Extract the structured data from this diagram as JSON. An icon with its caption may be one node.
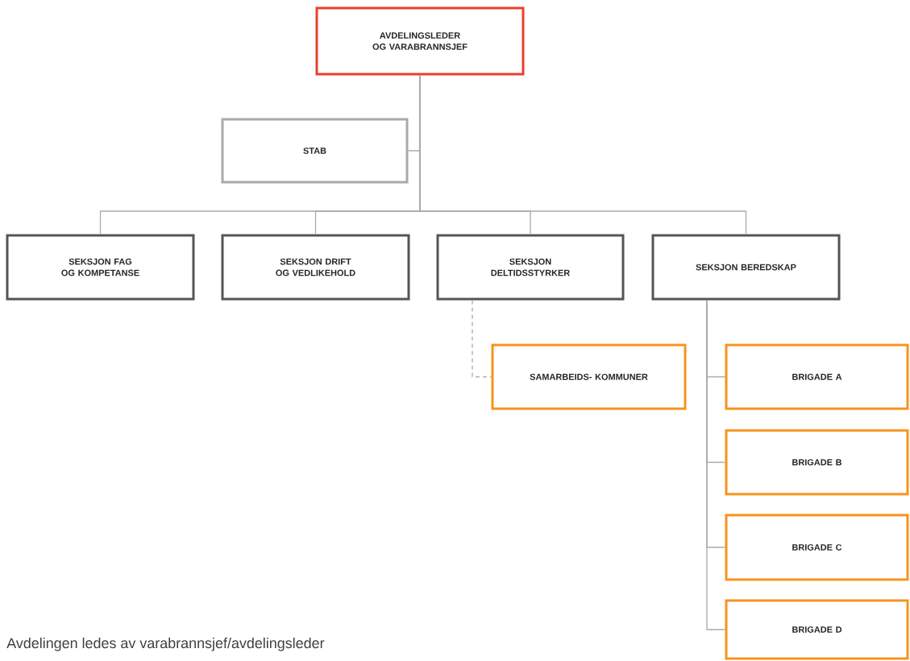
{
  "diagram": {
    "nodes": [
      {
        "text": [
          "AVDELINGSLEDER OG VARABRANNSJEF"
        ]
      },
      {
        "text": [
          "STAB"
        ]
      },
      {
        "text": [
          "SEKSJON FAG OG KOMPETANSE"
        ]
      },
      {
        "text": [
          "SEKSJON DRIFT OG VEDLIKEHOLD"
        ]
      },
      {
        "text": [
          "SEKSJON DELTIDSSTYRKER"
        ]
      },
      {
        "text": [
          "SEKSJON BEREDSKAP"
        ]
      },
      {
        "text": [
          "SAMARBEIDS- KOMMUNER"
        ]
      },
      {
        "text": [
          "BRIGADE A"
        ]
      },
      {
        "text": [
          "BRIGADE B"
        ]
      },
      {
        "text": [
          "BRIGADE C"
        ]
      },
      {
        "text": [
          "BRIGADE D"
        ]
      }
    ],
    "edges": [
      {
        "from": 0,
        "to": 1,
        "arrow": "none"
      },
      {
        "from": 0,
        "to": 2,
        "arrow": "none"
      },
      {
        "from": 0,
        "to": 3,
        "arrow": "none"
      },
      {
        "from": 0,
        "to": 4,
        "arrow": "none"
      },
      {
        "from": 0,
        "to": 5,
        "arrow": "none"
      },
      {
        "from": 4,
        "to": 6,
        "arrow": "none",
        "style": "dashed"
      },
      {
        "from": 5,
        "to": 7,
        "arrow": "none"
      },
      {
        "from": 5,
        "to": 8,
        "arrow": "none"
      },
      {
        "from": 5,
        "to": 9,
        "arrow": "none"
      },
      {
        "from": 5,
        "to": 10,
        "arrow": "none"
      }
    ],
    "labels": [
      "Avdelingen ledes av varabrannsjef/avdelingsleder"
    ]
  }
}
